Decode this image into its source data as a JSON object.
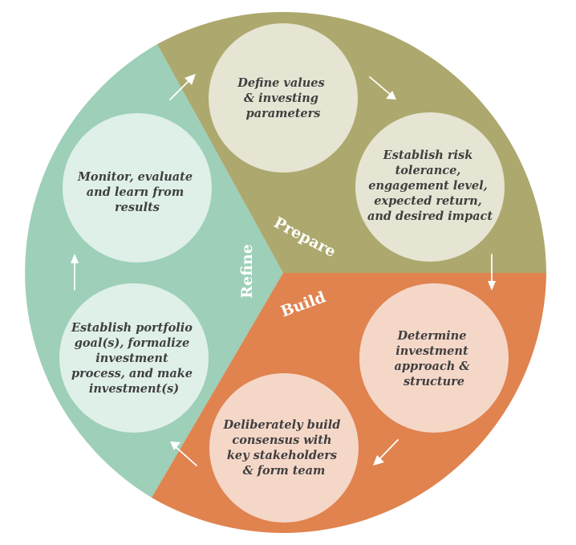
{
  "phases": [
    {
      "id": "prepare",
      "label": "Prepare",
      "color": "#ada86d"
    },
    {
      "id": "build",
      "label": "Build",
      "color": "#e0834f"
    },
    {
      "id": "refine",
      "label": "Refine",
      "color": "#9dcfb9"
    }
  ],
  "steps": [
    {
      "id": "define-values",
      "phase": "prepare",
      "circle_color": "#e6e4d3",
      "lines": [
        "Define values",
        "& investing",
        "parameters"
      ]
    },
    {
      "id": "establish-risk",
      "phase": "prepare",
      "circle_color": "#e6e4d3",
      "lines": [
        "Establish risk",
        "tolerance,",
        "engagement level,",
        "expected return,",
        "and desired impact"
      ]
    },
    {
      "id": "determine-approach",
      "phase": "build",
      "circle_color": "#f5d7c8",
      "lines": [
        "Determine",
        "investment",
        "approach &",
        "structure"
      ]
    },
    {
      "id": "build-consensus",
      "phase": "build",
      "circle_color": "#f5d7c8",
      "lines": [
        "Deliberately build",
        "consensus with",
        "key stakeholders",
        "& form team"
      ]
    },
    {
      "id": "establish-portfolio",
      "phase": "refine",
      "circle_color": "#dff0e8",
      "lines": [
        "Establish portfolio",
        "goal(s), formalize",
        "investment",
        "process, and make",
        "investment(s)"
      ]
    },
    {
      "id": "monitor-evaluate",
      "phase": "refine",
      "circle_color": "#dff0e8",
      "lines": [
        "Monitor, evaluate",
        "and learn from",
        "results"
      ]
    }
  ]
}
